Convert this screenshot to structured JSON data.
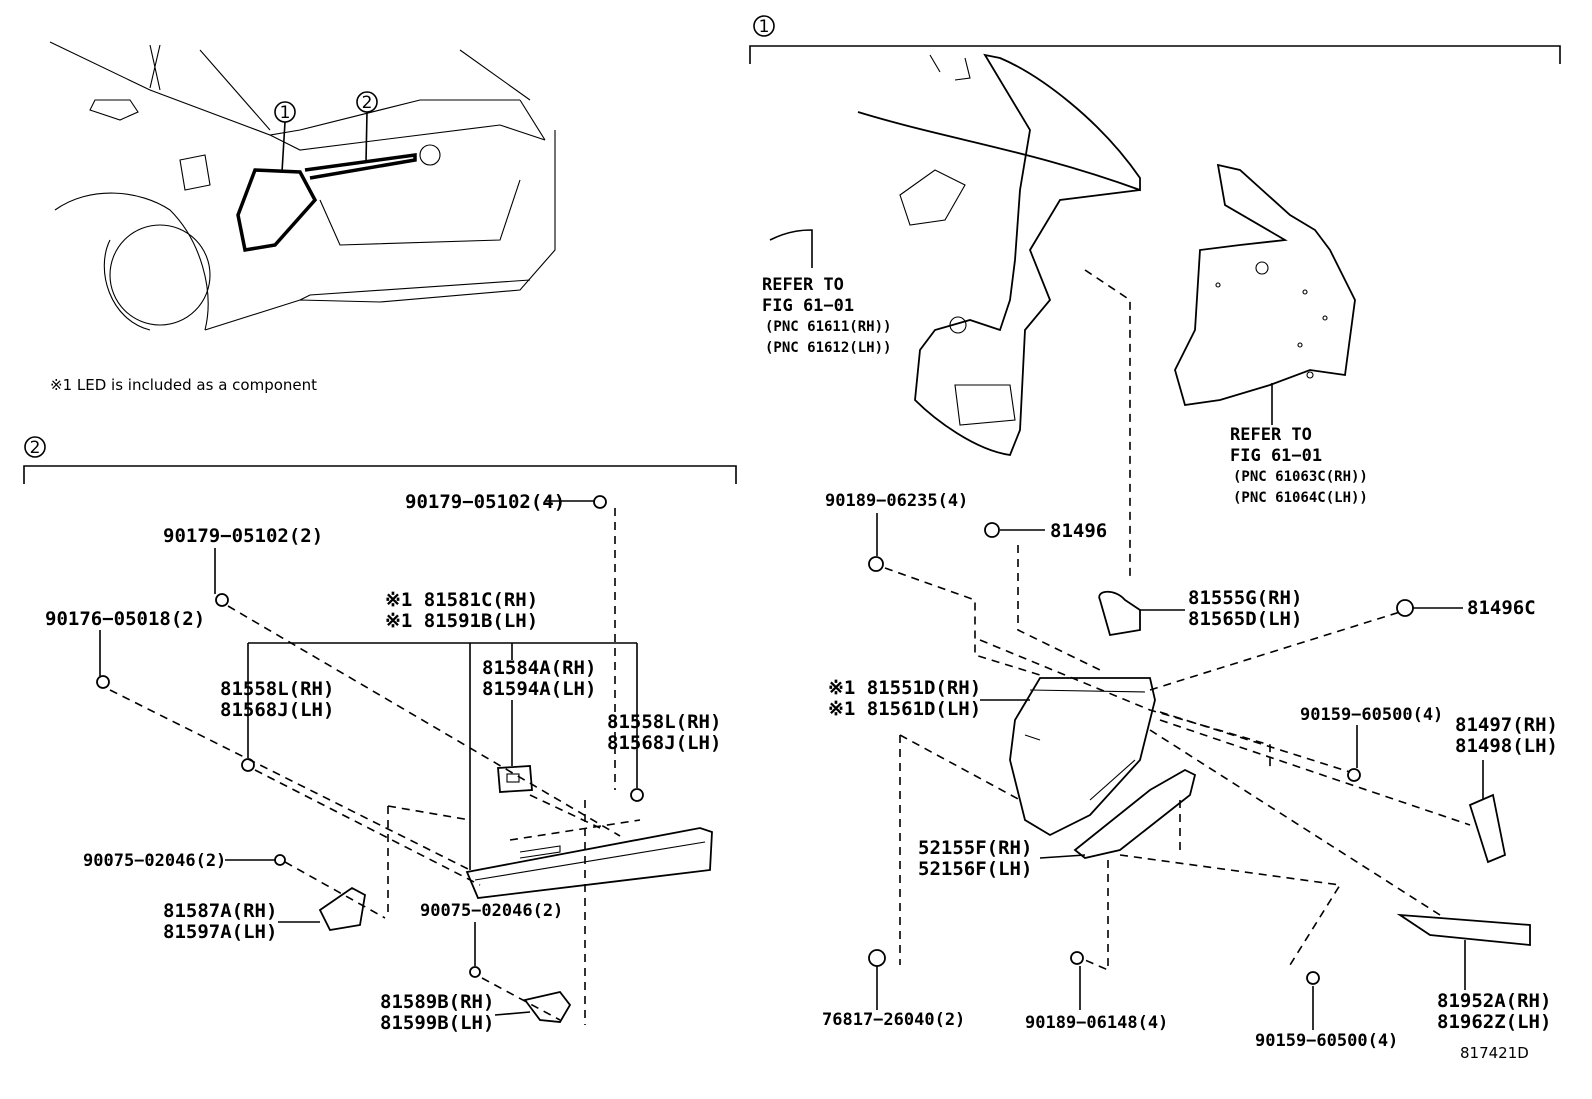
{
  "note": "※1 LED is included as a component",
  "diagram_id": "817421D",
  "markers": {
    "one": "1",
    "two": "2"
  },
  "section2": {
    "labels": {
      "p90179_05102_4": "90179−05102(4)",
      "p90179_05102_2": "90179−05102(2)",
      "p90176_05018_2": "90176−05018(2)",
      "p81581C": "※1 81581C(RH)",
      "p81591B": "※1 81591B(LH)",
      "p81584A": "81584A(RH)",
      "p81594A": "81594A(LH)",
      "p81558L_a": "81558L(RH)",
      "p81568J_a": "81568J(LH)",
      "p81558L_b": "81558L(RH)",
      "p81568J_b": "81568J(LH)",
      "p90075_02046_a": "90075−02046(2)",
      "p81587A": "81587A(RH)",
      "p81597A": "81597A(LH)",
      "p90075_02046_b": "90075−02046(2)",
      "p81589B": "81589B(RH)",
      "p81599B": "81599B(LH)"
    }
  },
  "section1": {
    "labels": {
      "refer1": "REFER TO",
      "fig1": "FIG 61−01",
      "pnc1a": "(PNC 61611(RH))",
      "pnc1b": "(PNC 61612(LH))",
      "refer2": "REFER TO",
      "fig2": "FIG 61−01",
      "pnc2a": "(PNC 61063C(RH))",
      "pnc2b": "(PNC 61064C(LH))",
      "p90189_06235": "90189−06235(4)",
      "p81496": "81496",
      "p81555G": "81555G(RH)",
      "p81565D": "81565D(LH)",
      "p81496C": "81496C",
      "p81551D": "※1 81551D(RH)",
      "p81561D": "※1 81561D(LH)",
      "p90159_60500_a": "90159−60500(4)",
      "p81497": "81497(RH)",
      "p81498": "81498(LH)",
      "p52155F": "52155F(RH)",
      "p52156F": "52156F(LH)",
      "p76817": "76817−26040(2)",
      "p90189_06148": "90189−06148(4)",
      "p90159_60500_b": "90159−60500(4)",
      "p81952A": "81952A(RH)",
      "p81962Z": "81962Z(LH)"
    }
  }
}
